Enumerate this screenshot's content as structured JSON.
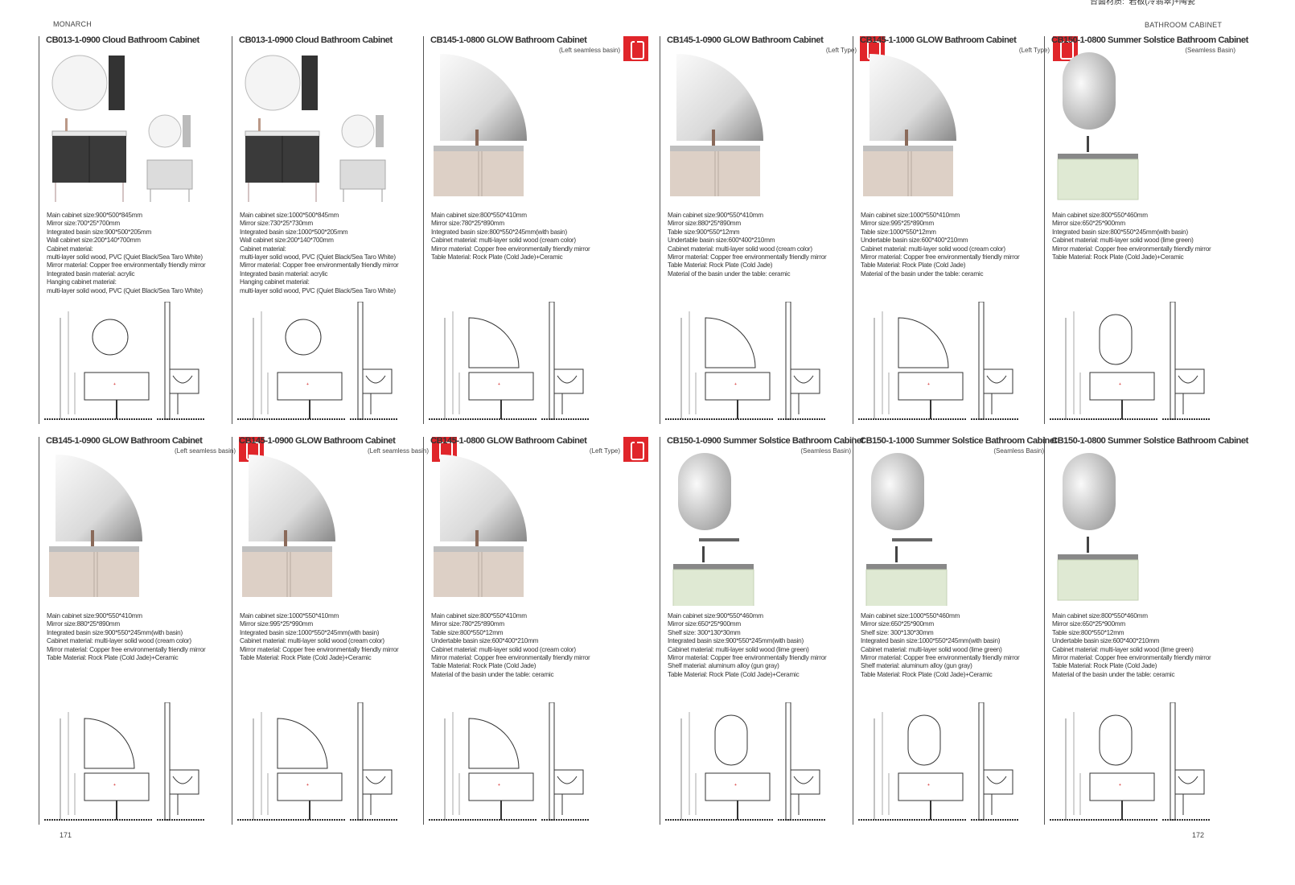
{
  "header": {
    "brand": "MONARCH",
    "section": "BATHROOM CABINET",
    "chinese_note": "台面材质:  岩板(冷翡翠)+陶瓷"
  },
  "page_numbers": {
    "left": "171",
    "right": "172"
  },
  "colors": {
    "logo_red": "#e0252a",
    "cream_cabinet": "#ddd0c6",
    "lime_green_cabinet": "#dfe9d3",
    "black_cabinet": "#3a3a3a"
  },
  "products": [
    {
      "title": "CB013-1-0900 Cloud Bathroom Cabinet",
      "subtitle": "",
      "logo": false,
      "style": "cloud",
      "specs": [
        "Main cabinet size:900*500*845mm",
        "Mirror size:700*25*700mm",
        "Integrated basin size:900*500*205mm",
        "Wall cabinet size:200*140*700mm",
        "Cabinet material:",
        "multi-layer solid wood, PVC (Quiet Black/Sea Taro White)",
        "Mirror material: Copper free environmentally friendly mirror",
        "Integrated basin material: acrylic",
        "Hanging cabinet material:",
        "multi-layer solid wood, PVC (Quiet Black/Sea Taro White)"
      ]
    },
    {
      "title": "CB013-1-0900 Cloud Bathroom Cabinet",
      "subtitle": "",
      "logo": false,
      "style": "cloud",
      "specs": [
        "Main cabinet size:1000*500*845mm",
        "Mirror size:730*25*730mm",
        "Integrated basin size:1000*500*205mm",
        "Wall cabinet size:200*140*700mm",
        "Cabinet material:",
        "multi-layer solid wood, PVC (Quiet Black/Sea Taro White)",
        "Mirror material: Copper free environmentally friendly mirror",
        "Integrated basin material: acrylic",
        "Hanging cabinet material:",
        "multi-layer solid wood, PVC (Quiet Black/Sea Taro White)"
      ]
    },
    {
      "title": "CB145-1-0800 GLOW Bathroom Cabinet",
      "subtitle": "(Left seamless basin)",
      "logo": true,
      "style": "glow",
      "specs": [
        "Main cabinet size:800*550*410mm",
        "Mirror size:780*25*890mm",
        "Integrated basin size:800*550*245mm(with basin)",
        "Cabinet material: multi-layer solid wood (cream color)",
        "Mirror material: Copper free environmentally friendly mirror",
        "Table Material: Rock Plate (Cold Jade)+Ceramic"
      ]
    },
    {
      "title": "CB145-1-0900 GLOW Bathroom Cabinet",
      "subtitle": "(Left Type)",
      "logo": true,
      "style": "glow",
      "specs": [
        "Main cabinet size:900*550*410mm",
        "Mirror size:880*25*890mm",
        "Table size:900*550*12mm",
        "Undertable basin size:600*400*210mm",
        "Cabinet material: multi-layer solid wood (cream color)",
        "Mirror material: Copper free environmentally friendly mirror",
        "Table Material: Rock Plate (Cold Jade)",
        "Material of the basin under the table: ceramic"
      ]
    },
    {
      "title": "CB145-1-1000 GLOW Bathroom Cabinet",
      "subtitle": "(Left Type)",
      "logo": true,
      "style": "glow",
      "specs": [
        "Main cabinet size:1000*550*410mm",
        "Mirror size:995*25*890mm",
        "Table size:1000*550*12mm",
        "Undertable basin size:600*400*210mm",
        "Cabinet material: multi-layer solid wood (cream color)",
        "Mirror material: Copper free environmentally friendly mirror",
        "Table Material: Rock Plate (Cold Jade)",
        "Material of the basin under the table: ceramic"
      ]
    },
    {
      "title": "CB150-1-0800 Summer Solstice Bathroom Cabinet",
      "subtitle": "(Seamless Basin)",
      "logo": false,
      "style": "summer",
      "specs": [
        "Main cabinet size:800*550*460mm",
        "Mirror size:650*25*900mm",
        "Integrated basin size:800*550*245mm(with basin)",
        "Cabinet material: multi-layer solid wood (lime green)",
        "Mirror material: Copper free environmentally friendly mirror",
        "Table Material: Rock Plate (Cold Jade)+Ceramic"
      ]
    },
    {
      "title": "CB145-1-0900 GLOW Bathroom Cabinet",
      "subtitle": "(Left seamless basin)",
      "logo": true,
      "style": "glow",
      "specs": [
        "Main cabinet size:900*550*410mm",
        "Mirror size:880*25*890mm",
        "Integrated basin size:900*550*245mm(with basin)",
        "Cabinet material: multi-layer solid wood (cream color)",
        "Mirror material: Copper free environmentally friendly mirror",
        "Table Material: Rock Plate (Cold Jade)+Ceramic"
      ]
    },
    {
      "title": "CB145-1-0900 GLOW Bathroom Cabinet",
      "subtitle": "(Left seamless basin)",
      "logo": true,
      "style": "glow",
      "specs": [
        "Main cabinet size:1000*550*410mm",
        "Mirror size:995*25*990mm",
        "Integrated basin size:1000*550*245mm(with basin)",
        "Cabinet material: multi-layer solid wood (cream color)",
        "Mirror material: Copper free environmentally friendly mirror",
        "Table Material: Rock Plate (Cold Jade)+Ceramic"
      ]
    },
    {
      "title": "CB145-1-0800 GLOW Bathroom Cabinet",
      "subtitle": "(Left Type)",
      "logo": true,
      "style": "glow",
      "specs": [
        "Main cabinet size:800*550*410mm",
        "Mirror size:780*25*890mm",
        "Table size:800*550*12mm",
        "Undertable basin size:600*400*210mm",
        "Cabinet material: multi-layer solid wood (cream color)",
        "Mirror material: Copper free environmentally friendly mirror",
        "Table Material: Rock Plate (Cold Jade)",
        "Material of the basin under the table: ceramic"
      ]
    },
    {
      "title": "CB150-1-0900 Summer Solstice Bathroom Cabinet",
      "subtitle": "(Seamless Basin)",
      "logo": false,
      "style": "summer-shelf",
      "specs": [
        "Main cabinet size:900*550*460mm",
        "Mirror size:650*25*900mm",
        "Shelf size: 300*130*30mm",
        "Integrated basin size:900*550*245mm(with basin)",
        "Cabinet material: multi-layer solid wood (lime green)",
        "Mirror material: Copper free environmentally friendly mirror",
        "Shelf material: aluminum alloy (gun gray)",
        "Table Material: Rock Plate (Cold Jade)+Ceramic"
      ]
    },
    {
      "title": "CB150-1-1000 Summer Solstice Bathroom Cabinet",
      "subtitle": "(Seamless Basin)",
      "logo": false,
      "style": "summer-shelf",
      "specs": [
        "Main cabinet size:1000*550*460mm",
        "Mirror size:650*25*900mm",
        "Shelf size: 300*130*30mm",
        "Integrated basin size:1000*550*245mm(with basin)",
        "Cabinet material: multi-layer solid wood (lime green)",
        "Mirror material: Copper free environmentally friendly mirror",
        "Shelf material: aluminum alloy (gun gray)",
        "Table Material: Rock Plate (Cold Jade)+Ceramic"
      ]
    },
    {
      "title": "CB150-1-0800 Summer Solstice Bathroom Cabinet",
      "subtitle": "",
      "logo": false,
      "style": "summer",
      "specs": [
        "Main cabinet size:800*550*460mm",
        "Mirror size:650*25*900mm",
        "Table size:800*550*12mm",
        "Undertable basin size:600*400*210mm",
        "Cabinet material: multi-layer solid wood (lime green)",
        "Mirror material: Copper free environmentally friendly mirror",
        "Table Material: Rock Plate (Cold Jade)",
        "Material of the basin under the table: ceramic"
      ]
    }
  ]
}
